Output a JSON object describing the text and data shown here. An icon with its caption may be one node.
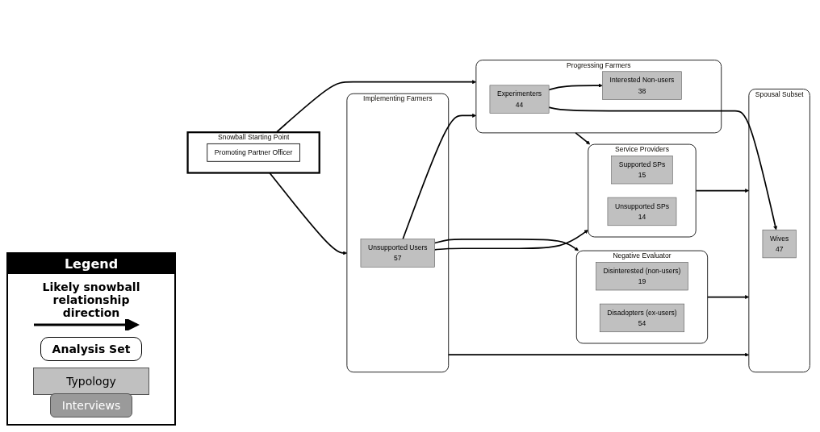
{
  "diagram": {
    "nodes": [
      {
        "text": [
          "Snowball Starting Point"
        ]
      },
      {
        "text": [
          "Promoting Partner Officer"
        ],
        "in": 0
      },
      {
        "text": [
          "Progressing Farmers"
        ]
      },
      {
        "text": [
          "Experimenters",
          "44"
        ],
        "in": 2
      },
      {
        "text": [
          "Interested Non-users",
          "38"
        ],
        "in": 2
      },
      {
        "text": [
          "Implementing Farmers"
        ]
      },
      {
        "text": [
          "Unsupported Users",
          "57"
        ],
        "in": 5
      },
      {
        "text": [
          "Negative Evaluator"
        ]
      },
      {
        "text": [
          "Disinterested (non-users)",
          "19"
        ],
        "in": 7
      },
      {
        "text": [
          "Disadopters (ex-users)",
          "54"
        ],
        "in": 7
      },
      {
        "text": [
          "Service Providers"
        ]
      },
      {
        "text": [
          "Supported SPs",
          "15"
        ],
        "in": 10
      },
      {
        "text": [
          "Unsupported SPs",
          "14"
        ],
        "in": 10
      },
      {
        "text": [
          "Spousal Subset"
        ]
      },
      {
        "text": [
          "Wives",
          "47"
        ],
        "in": 13
      }
    ],
    "edges": [
      {
        "from": 0,
        "to": 2,
        "arrow": "to"
      },
      {
        "from": 0,
        "to": 5,
        "arrow": "to"
      },
      {
        "from": 3,
        "to": 4,
        "arrow": "to"
      },
      {
        "from": 6,
        "to": 2,
        "arrow": "to"
      },
      {
        "from": 6,
        "to": 7,
        "arrow": "to"
      },
      {
        "from": 6,
        "to": 10,
        "arrow": "to"
      },
      {
        "from": 2,
        "to": 10,
        "arrow": "to"
      },
      {
        "from": 3,
        "to": 14,
        "arrow": "to"
      },
      {
        "from": 5,
        "to": 13,
        "arrow": "to"
      },
      {
        "from": 7,
        "to": 13,
        "arrow": "to"
      },
      {
        "from": 10,
        "to": 13,
        "arrow": "to"
      }
    ],
    "labels": [
      "Legend"
    ],
    "legend": [
      {
        "text": "Likely snowball relationship direction"
      },
      {
        "text": "Analysis Set"
      },
      {
        "text": "Typology",
        "color": "#c0c0c0"
      },
      {
        "text": "Interviews",
        "color": "#9a9a9a"
      }
    ]
  }
}
